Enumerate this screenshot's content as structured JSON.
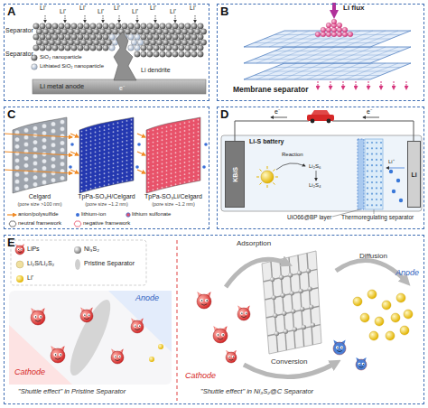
{
  "diagram": {
    "nodes": [
      {
        "text": [
          "A"
        ]
      },
      {
        "text": [
          "B"
        ]
      },
      {
        "text": [
          "C"
        ]
      },
      {
        "text": [
          "D"
        ]
      },
      {
        "text": [
          "E"
        ]
      },
      {
        "text": [
          "KB/S"
        ],
        "in": 3
      },
      {
        "text": [
          "Li"
        ],
        "in": 3
      }
    ],
    "labels": [
      "Li⁺",
      "Li⁺",
      "Li⁺",
      "Li⁺",
      "Li⁺",
      "Li⁺",
      "Li⁺",
      "Li⁺",
      "Li⁺",
      "Separator",
      "Separator",
      "Li dendrite",
      "Li metal anode",
      "e⁻",
      "Li flux",
      "Membrane separator",
      "Celgard",
      "(pore size >100 nm)",
      "TpPa-SO₃H/Celgard",
      "(pore size ~1.2 nm)",
      "TpPa-SO₃Li/Celgard",
      "(pore size ~1.2 nm)",
      "e⁻",
      "e⁻",
      "Li-S battery",
      "Reaction",
      "Li₂S₆",
      "Li₂S₄",
      "Li⁺",
      "UiO66@BP layer",
      "Thermoregulating separator",
      "Cathode",
      "Anode",
      "\"Shuttle effect\" in Pristine Separator",
      "Adsorption",
      "Diffusion",
      "Conversion",
      "Anode",
      "Cathode",
      "\"Shuttle effect\" in Ni₃S₂@C Separator"
    ],
    "legend": [
      {
        "text": "SiO₂ nanoparticle"
      },
      {
        "text": "Lithiated SiO₂ nanoparticle"
      },
      {
        "text": "anion/polysulfide"
      },
      {
        "text": "lithium-ion"
      },
      {
        "text": "lithium sulfonate"
      },
      {
        "text": "neutral framework"
      },
      {
        "text": "negative framework"
      },
      {
        "text": "LiPs"
      },
      {
        "text": "Ni₃S₂"
      },
      {
        "text": "Li₂S/Li₂S₂"
      },
      {
        "text": "Pristine Separator"
      },
      {
        "text": "Li⁺"
      }
    ]
  }
}
